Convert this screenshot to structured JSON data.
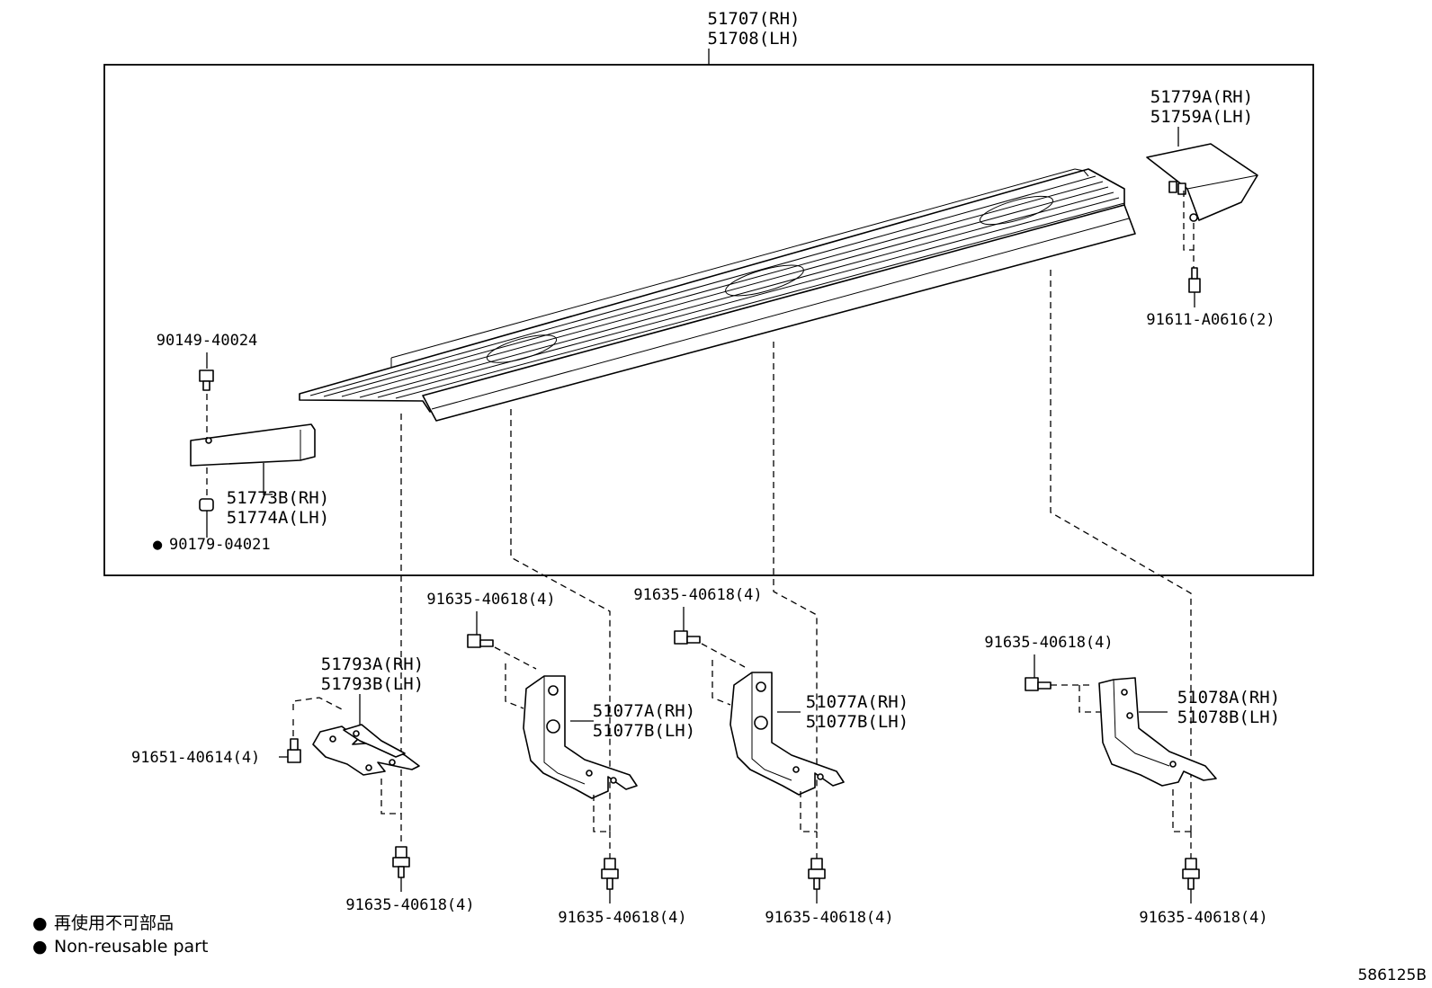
{
  "main_part": {
    "line1": "51707(RH)",
    "line2": "51708(LH)"
  },
  "end_cap_rear": {
    "line1": "51779A(RH)",
    "line2": "51759A(LH)"
  },
  "screw_rear": {
    "label": "91611-A0616(2)"
  },
  "clip_front_top": {
    "label": "90149-40024"
  },
  "end_cap_front": {
    "line1": "51773B(RH)",
    "line2": "51774A(LH)"
  },
  "nut_front": {
    "label": "90179-04021",
    "marker": "●"
  },
  "bracket_a": {
    "line1": "51793A(RH)",
    "line2": "51793B(LH)",
    "bolt_side": "91651-40614(4)",
    "bolt_bottom": "91635-40618(4)"
  },
  "bracket_b": {
    "line1": "51077A(RH)",
    "line2": "51077B(LH)",
    "bolt_top": "91635-40618(4)",
    "bolt_bottom": "91635-40618(4)"
  },
  "bracket_c": {
    "line1": "51077A(RH)",
    "line2": "51077B(LH)",
    "bolt_top": "91635-40618(4)",
    "bolt_bottom": "91635-40618(4)"
  },
  "bracket_d": {
    "line1": "51078A(RH)",
    "line2": "51078B(LH)",
    "bolt_top": "91635-40618(4)",
    "bolt_bottom": "91635-40618(4)"
  },
  "legend": {
    "marker": "●",
    "jp": "再使用不可部品",
    "en": "Non-reusable part"
  },
  "diagram_code": "586125B"
}
